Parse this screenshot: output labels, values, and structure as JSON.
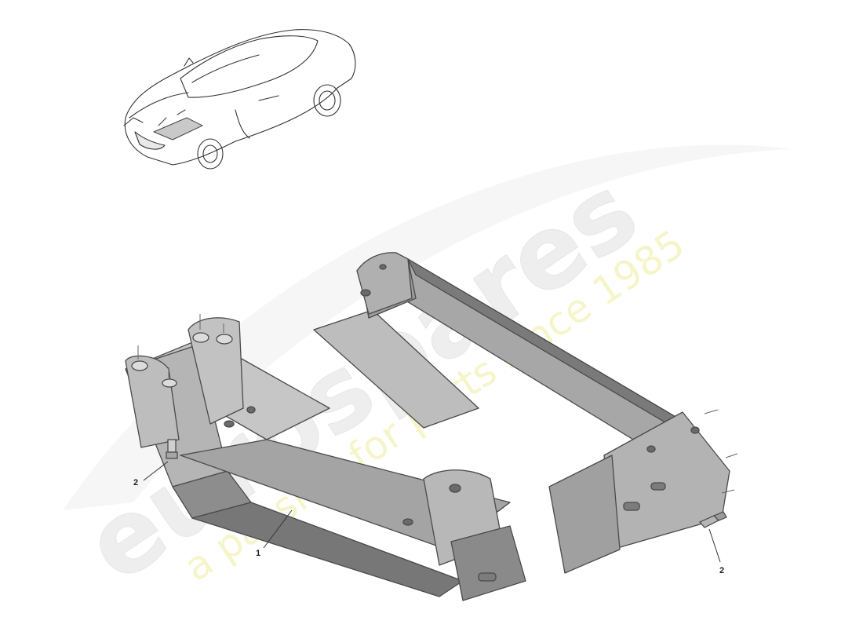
{
  "diagram": {
    "callouts": [
      {
        "id": "1",
        "label": "1"
      },
      {
        "id": "2a",
        "label": "2"
      },
      {
        "id": "2b",
        "label": "2"
      }
    ]
  },
  "watermark": {
    "brand": "eurospares",
    "tagline": "a passion for parts since 1985",
    "colors": {
      "brand": "#e6e6e6",
      "tagline": "#efee9a"
    }
  },
  "icons": [
    "car-locator-icon",
    "front-subframe-icon",
    "bolt-icon"
  ]
}
